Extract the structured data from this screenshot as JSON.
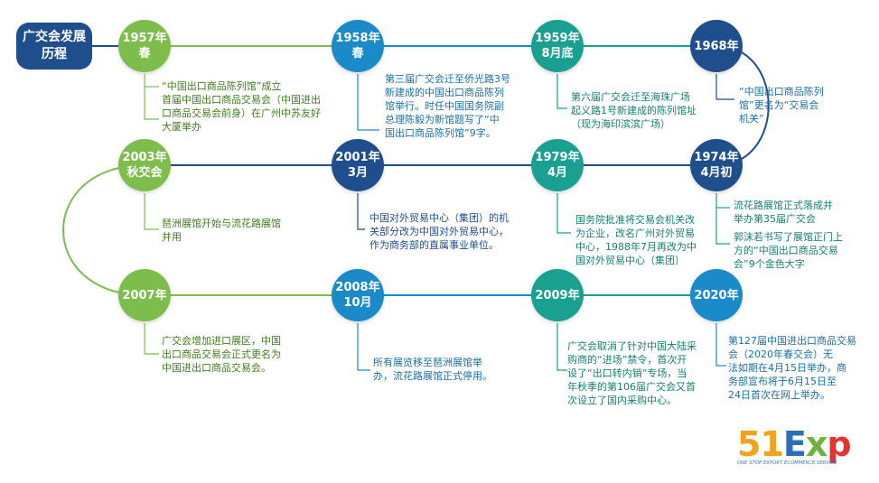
{
  "title": "广交会发展历程",
  "colors": {
    "green": "#7dbd4c",
    "blue": "#1a8ac9",
    "navy": "#1f4e8c",
    "teal": "#19a090"
  },
  "events": [
    {
      "date1": "1957年",
      "date2": "春",
      "desc": "“中国出口商品陈列馆”成立\n首届中国出口商品交易会（中国进出\n口商品交易会前身）在广州中苏友好\n大厦举办"
    },
    {
      "date1": "1958年",
      "date2": "春",
      "desc": "第三届广交会迁至侨光路3号\n新建成的中国出口商品陈列\n馆举行。时任中国国务院副\n总理陈毅为新馆题写了“中\n国出口商品陈列馆”9字。"
    },
    {
      "date1": "1959年",
      "date2": "8月底",
      "desc": "第六届广交会迁至海珠广场\n起义路1号新建成的陈列馆址\n（现为海印滨滨广场）"
    },
    {
      "date1": "1968年",
      "date2": "",
      "desc": "“中国出口商品陈列\n馆”更名为“交易会\n机关”"
    },
    {
      "date1": "1974年",
      "date2": "4月初",
      "desc": "流花路展馆正式落成并\n举办第35届广交会"
    },
    {
      "date1": "",
      "date2": "",
      "desc": "郭沫若书写了展馆正门上\n方的“中国出口商品交易\n会”9个金色大字"
    },
    {
      "date1": "1979年",
      "date2": "4月",
      "desc": "国务院批准将交易会机关改\n为企业，改名广州对外贸易\n中心，1988年7月再改为中\n国对外贸易中心（集团）"
    },
    {
      "date1": "2001年",
      "date2": "3月",
      "desc": "中国对外贸易中心（集团）的机\n关部分改为中国对外贸易中心，\n作为商务部的直属事业单位。"
    },
    {
      "date1": "2003年",
      "date2": "秋交会",
      "desc": "琶洲展馆开始与流花路展馆\n并用"
    },
    {
      "date1": "2007年",
      "date2": "",
      "desc": "广交会增加进口展区，中国\n出口商品交易会正式更名为\n中国进出口商品交易会。"
    },
    {
      "date1": "2008年",
      "date2": "10月",
      "desc": "所有展览移至琶洲展馆举\n办，流花路展馆正式停用。"
    },
    {
      "date1": "2009年",
      "date2": "",
      "desc": "广交会取消了针对中国大陆采\n购商的“进场”禁令，首次开\n设了“出口转内销”专场，当\n年秋季的第106届广交会又首\n次设立了国内采购中心。"
    },
    {
      "date1": "2020年",
      "date2": "",
      "desc": "第127届中国进出口商品交易\n会（2020年春交会）无\n法如期在4月15日举办，商\n务部宣布将于6月15日至\n24日首次在网上举办。"
    }
  ],
  "logo": {
    "n51": "51",
    "e": "E",
    "x": "x",
    "p": "p",
    "tagline": "ONE STOP EXPORT ECOMMERCE SERVICE"
  }
}
